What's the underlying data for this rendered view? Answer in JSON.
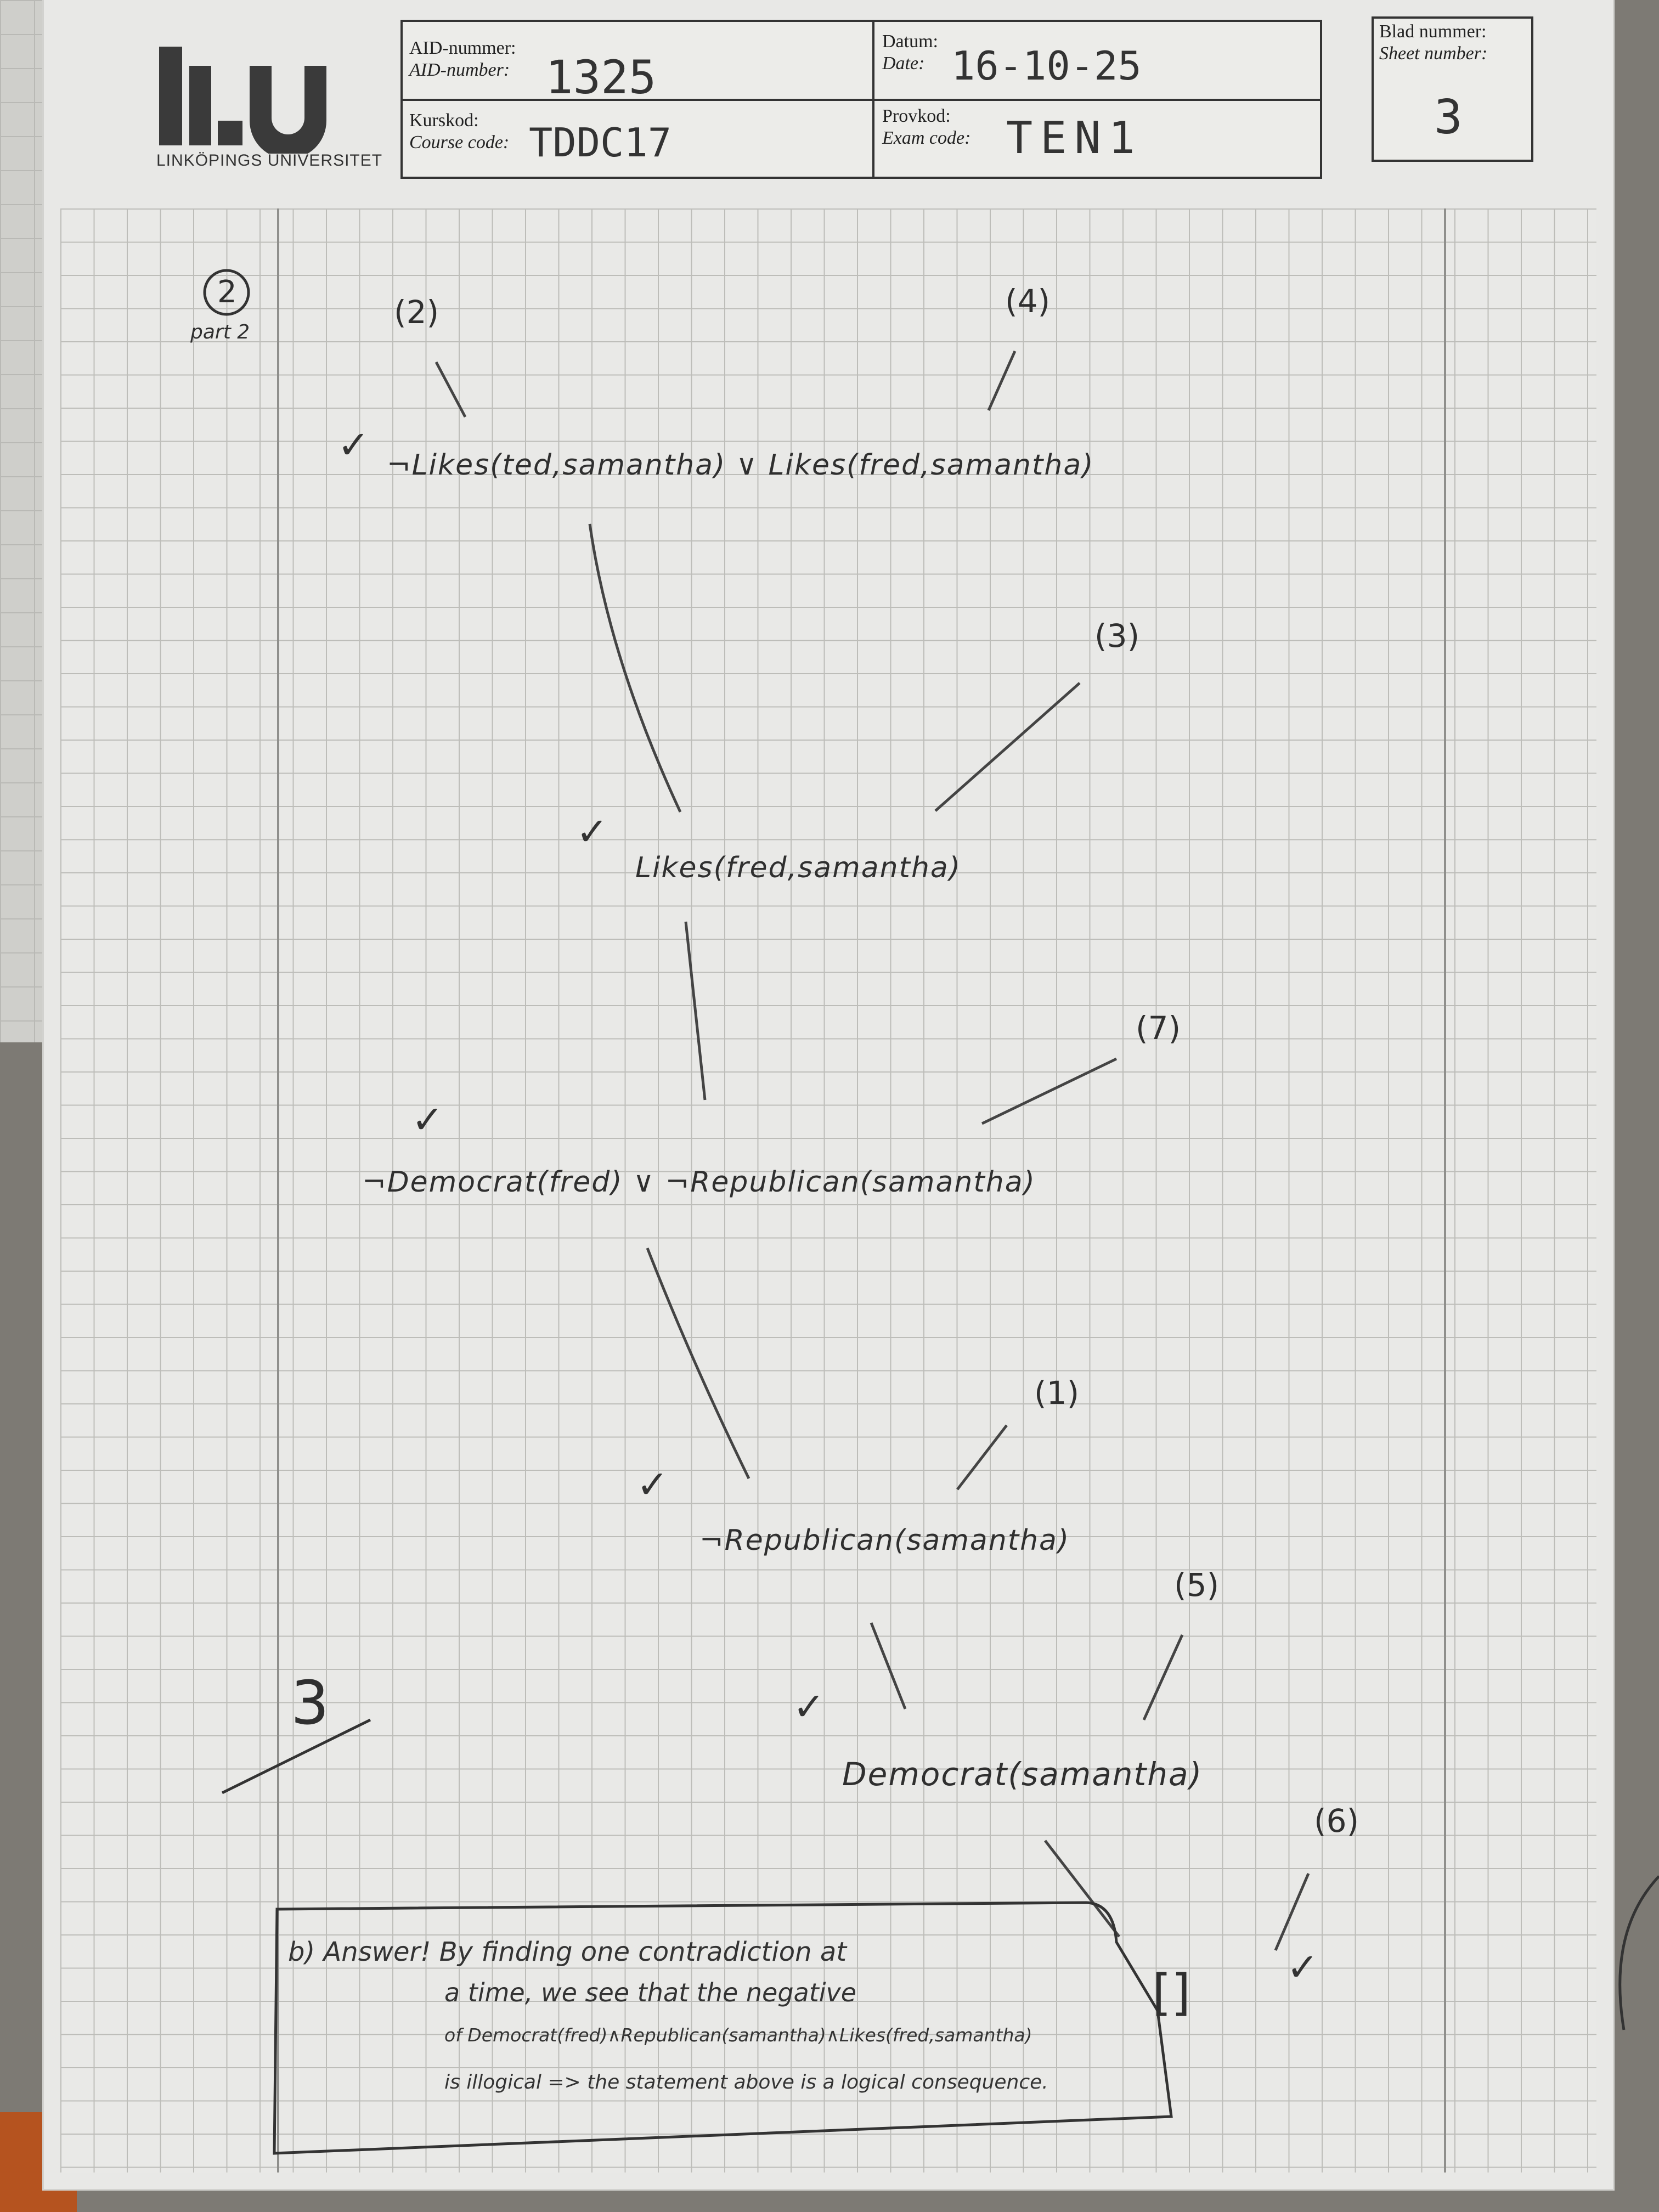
{
  "header": {
    "logo_text": "LINKÖPINGS UNIVERSITET",
    "aid_label_sv": "AID-nummer:",
    "aid_label_en": "AID-number:",
    "aid_value": "1325",
    "date_label_sv": "Datum:",
    "date_label_en": "Date:",
    "date_value": "16-10-25",
    "course_label_sv": "Kurskod:",
    "course_label_en": "Course code:",
    "course_value": "TDDC17",
    "exam_label_sv": "Provkod:",
    "exam_label_en": "Exam code:",
    "exam_value": "TEN1",
    "sheet_label_sv": "Blad nummer:",
    "sheet_label_en": "Sheet number:",
    "sheet_value": "3"
  },
  "question": {
    "number": "2",
    "part": "part 2"
  },
  "proof": {
    "step1": {
      "formula": "¬Likes(ted,samantha) ∨ Likes(fred,samantha)",
      "ref_left": "(2)",
      "ref_right": "(4)"
    },
    "step2": {
      "formula": "Likes(fred,samantha)",
      "ref": "(3)"
    },
    "step3": {
      "formula": "¬Democrat(fred) ∨ ¬Republican(samantha)",
      "ref": "(7)"
    },
    "step4": {
      "formula": "¬Republican(samantha)",
      "ref": "(1)"
    },
    "step5": {
      "formula": "Democrat(samantha)",
      "ref": "(5)"
    },
    "step6": {
      "formula": "[]",
      "ref": "(6)"
    },
    "check_mark": "✓"
  },
  "grade": {
    "score": "3"
  },
  "answer": {
    "line1": "b) Answer! By finding one contradiction at",
    "line2": "a time, we see that the negative",
    "line3": "of Democrat(fred)∧Republican(samantha)∧Likes(fred,samantha)",
    "line4": "is illogical => the statement above is a logical consequence."
  }
}
